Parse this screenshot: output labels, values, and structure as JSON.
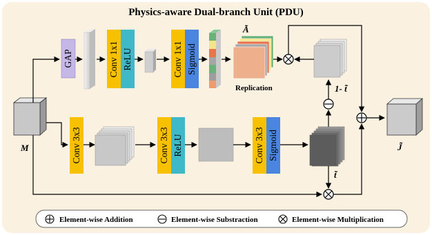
{
  "title": "Physics-aware Dual-branch Unit (PDU)",
  "input_label": "M",
  "top_branch": {
    "gap_label": "GAP",
    "conv1_label": "Conv 1x1",
    "relu_label": "ReLU",
    "conv2_label": "Conv 1x1",
    "sigmoid_label": "Sigmoid",
    "a_label": "Ã",
    "replication_label": "Replication",
    "one_minus_t_label": "1- t̃"
  },
  "bottom_branch": {
    "conv1_label": "Conv 3x3",
    "conv2_label": "Conv 3x3",
    "relu_label": "ReLU",
    "conv3_label": "Conv 3x3",
    "sigmoid_label": "Sigmoid",
    "t_label": "t̃"
  },
  "output_label": "J̃",
  "legend": {
    "addition": "Element-wise Addition",
    "subtraction": "Element-wise Substraction",
    "multiplication": "Element-wise Multiplication"
  },
  "colors": {
    "panel_bg": "#fbf1e1",
    "gap": "#c5b8e6",
    "conv": "#f7c100",
    "relu": "#3fb8c8",
    "sigmoid": "#4a86e0",
    "attention_strip": [
      "#69b27c",
      "#f5e58a",
      "#e9754d",
      "#a6a6a6",
      "#69b27c",
      "#9e9e9e",
      "#ee9b70"
    ]
  }
}
